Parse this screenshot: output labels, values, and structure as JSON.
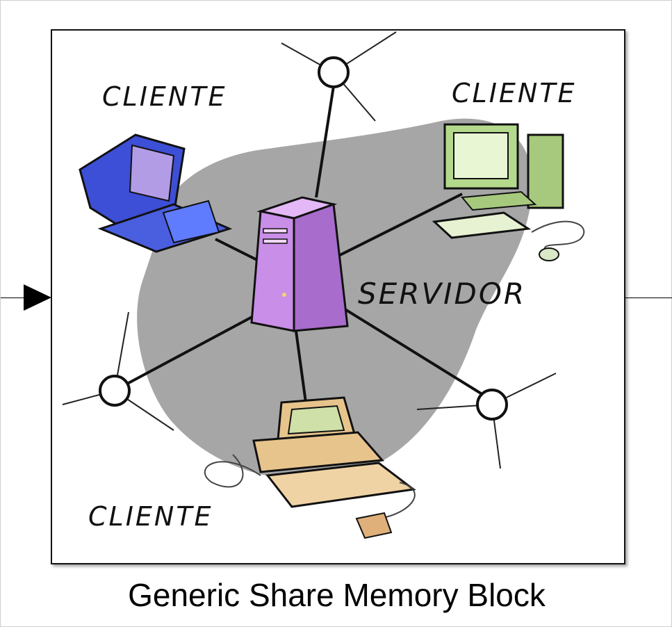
{
  "block": {
    "name": "Generic Share Memory Block",
    "icon": {
      "labels": {
        "client_top_left": "CLIENTE",
        "client_top_right": "CLIENTE",
        "client_bottom": "CLIENTE",
        "server": "SERVIDOR"
      }
    }
  },
  "colors": {
    "blob": "#a6a6a6",
    "client_top_left": "#3d4fd6",
    "client_top_right": "#b4d98c",
    "client_bottom": "#e7c48c",
    "server": "#c98ee8"
  },
  "ports": {
    "input": "input-port-arrow",
    "output": "output-port-line"
  }
}
